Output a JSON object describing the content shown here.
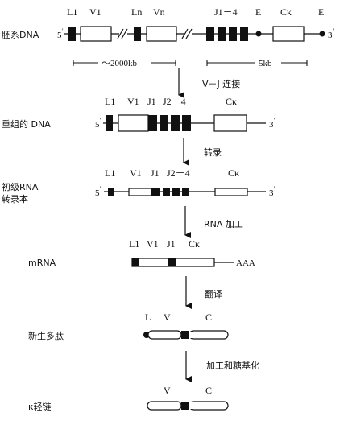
{
  "rows": {
    "germline": {
      "label": "胚系DNA",
      "end5": "5",
      "end3": "3",
      "segments": [
        "L1",
        "V1",
        "Ln",
        "Vn",
        "J1－4",
        "E",
        "Cκ",
        "E"
      ],
      "scale_left": "～2000kb",
      "scale_right": "5kb"
    },
    "rearranged": {
      "label": "重组的 DNA",
      "end5": "5",
      "end3": "3",
      "segments": [
        "L1",
        "V1",
        "J1",
        "J2－4",
        "Cκ"
      ]
    },
    "primary": {
      "label_line1": "初级RNA",
      "label_line2": "转录本",
      "end5": "5",
      "end3": "3",
      "segments": [
        "L1",
        "V1",
        "J1",
        "J2－4",
        "Cκ"
      ]
    },
    "mrna": {
      "label": "mRNA",
      "segments": [
        "L1",
        "V1",
        "J1",
        "Cκ"
      ],
      "tail": "AAA"
    },
    "polypeptide": {
      "label": "新生多肽",
      "segments": [
        "L",
        "V",
        "C"
      ]
    },
    "light_chain": {
      "label": "κ轻链",
      "segments": [
        "V",
        "C"
      ]
    }
  },
  "steps": [
    "V－J 连接",
    "转录",
    "RNA 加工",
    "翻译",
    "加工和糖基化"
  ]
}
